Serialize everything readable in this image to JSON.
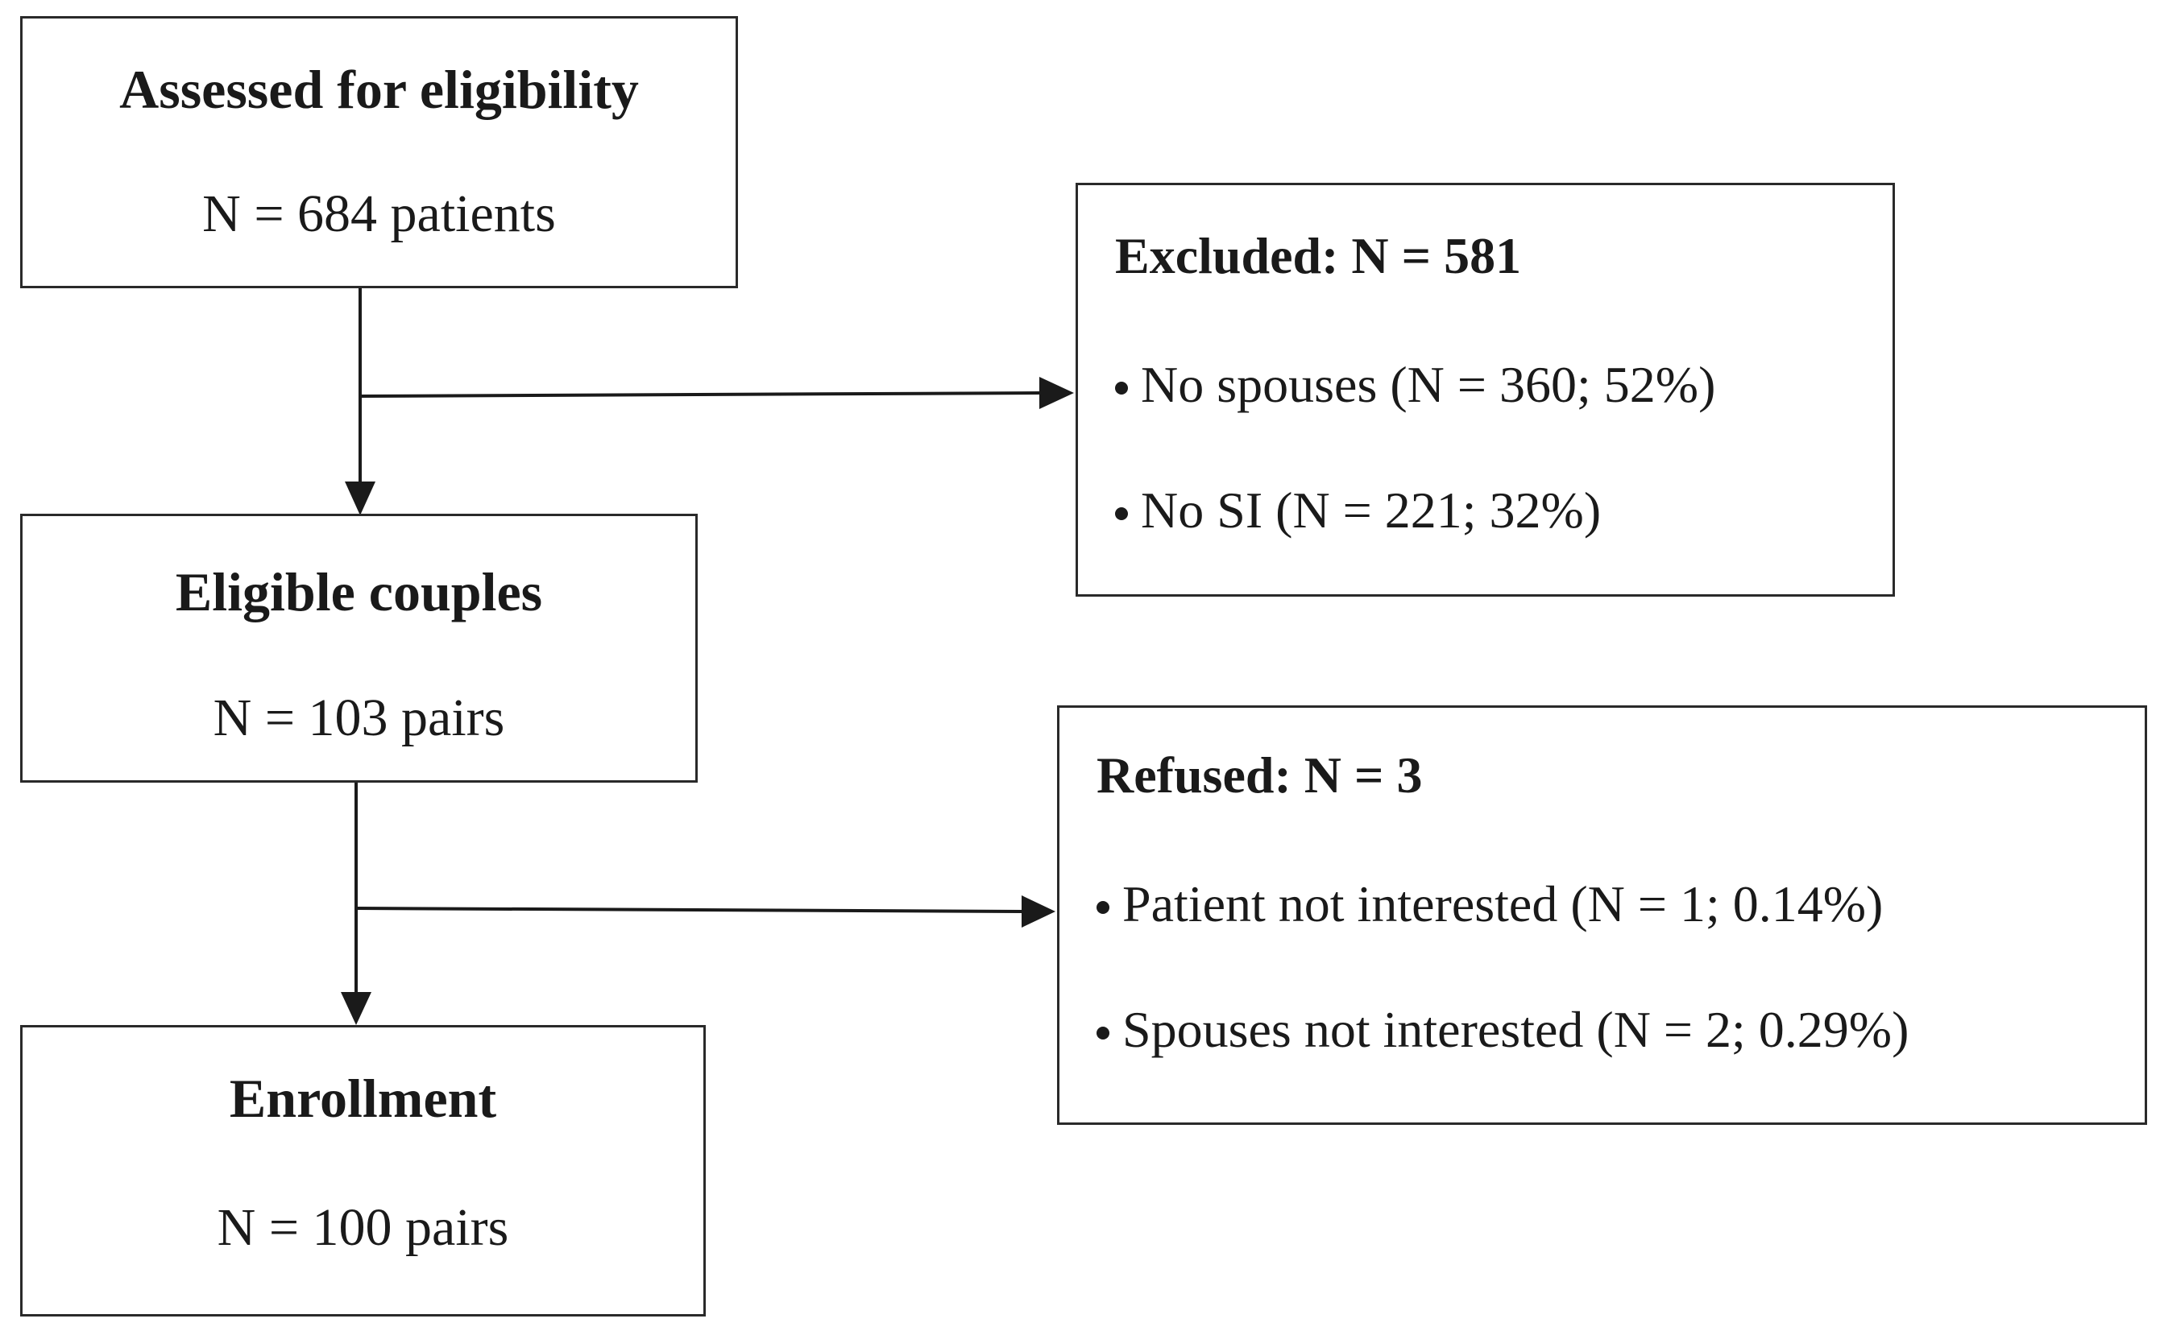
{
  "flowchart": {
    "assessed": {
      "title": "Assessed for eligibility",
      "count": "N = 684 patients"
    },
    "eligible": {
      "title": "Eligible couples",
      "count": "N = 103 pairs"
    },
    "enrollment": {
      "title": "Enrollment",
      "count": "N = 100 pairs"
    },
    "excluded": {
      "title": "Excluded: N = 581",
      "items": [
        "No spouses (N = 360; 52%)",
        "No SI (N = 221; 32%)"
      ]
    },
    "refused": {
      "title": "Refused: N = 3",
      "items": [
        "Patient not interested (N = 1; 0.14%)",
        "Spouses not interested (N = 2; 0.29%)"
      ]
    }
  },
  "colors": {
    "line": "#1a1a1a",
    "border": "#2a2a2a",
    "background": "#ffffff"
  }
}
